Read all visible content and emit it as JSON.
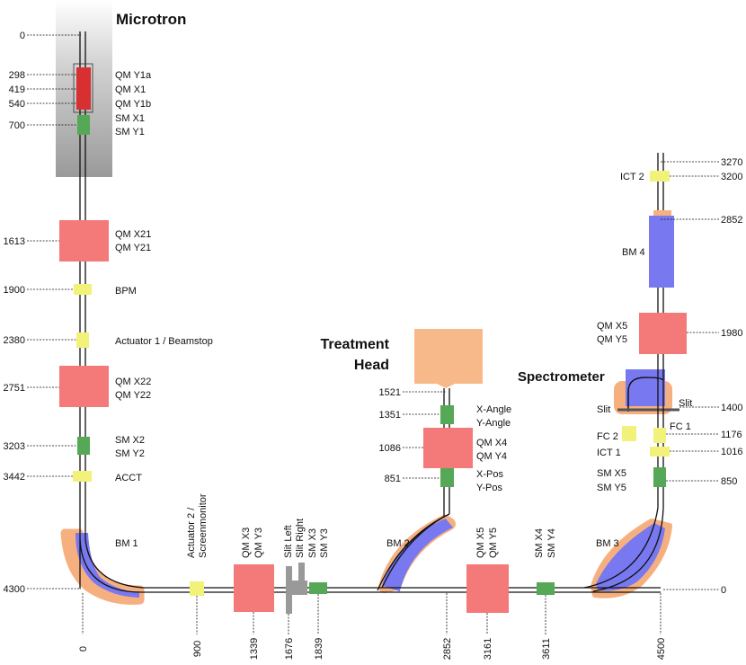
{
  "titles": {
    "microtron": "Microtron",
    "treatment_head": [
      "Treatment",
      "Head"
    ],
    "spectrometer": "Spectrometer"
  },
  "colors": {
    "quadrupole": "#f47a7a",
    "steering": "#55a855",
    "monitor": "#f2f27a",
    "dipole": "#7878f0",
    "dipole_halo": "#f6b080",
    "treatment_head": "#f7b98a",
    "slit": "#999999",
    "microtron_top": "#ffffff",
    "microtron_bottom": "#999999"
  },
  "left_section": [
    {
      "pos": "0",
      "labels": []
    },
    {
      "pos": "298",
      "labels": [
        "QM Y1a"
      ]
    },
    {
      "pos": "419",
      "labels": [
        "QM X1"
      ]
    },
    {
      "pos": "540",
      "labels": [
        "QM Y1b"
      ]
    },
    {
      "pos": "700",
      "labels": [
        "SM X1",
        "SM Y1"
      ]
    },
    {
      "pos": "1613",
      "labels": [
        "QM X21",
        "QM Y21"
      ]
    },
    {
      "pos": "1900",
      "labels": [
        "BPM"
      ]
    },
    {
      "pos": "2380",
      "labels": [
        "Actuator 1 / Beamstop"
      ]
    },
    {
      "pos": "2751",
      "labels": [
        "QM X22",
        "QM Y22"
      ]
    },
    {
      "pos": "3203",
      "labels": [
        "SM X2",
        "SM Y2"
      ]
    },
    {
      "pos": "3442",
      "labels": [
        "ACCT"
      ]
    },
    {
      "pos": "4300",
      "labels": []
    }
  ],
  "bottom_section": [
    {
      "pos": "0",
      "labels": []
    },
    {
      "pos": "900",
      "labels": [
        "Actuator 2 /",
        "Screenmonitor"
      ]
    },
    {
      "pos": "1339",
      "labels": [
        "QM X3",
        "QM Y3"
      ]
    },
    {
      "pos": "1676",
      "labels": [
        "Slit Left",
        "Slit Right"
      ]
    },
    {
      "pos": "1839",
      "labels": [
        "SM X3",
        "SM Y3"
      ]
    },
    {
      "pos": "2852",
      "labels": []
    },
    {
      "pos": "3161",
      "labels": [
        "QM X5",
        "QM Y5"
      ]
    },
    {
      "pos": "3611",
      "labels": [
        "SM X4",
        "SM Y4"
      ]
    },
    {
      "pos": "4500",
      "labels": []
    }
  ],
  "treatment_section": [
    {
      "pos": "1521",
      "labels": []
    },
    {
      "pos": "1351",
      "labels": [
        "X-Angle",
        "Y-Angle"
      ]
    },
    {
      "pos": "1086",
      "labels": [
        "QM X4",
        "QM Y4"
      ]
    },
    {
      "pos": "851",
      "labels": [
        "X-Pos",
        "Y-Pos"
      ]
    }
  ],
  "right_section": [
    {
      "pos": "3270",
      "labels": []
    },
    {
      "pos": "3200",
      "labels": [
        "ICT 2"
      ]
    },
    {
      "pos": "2852",
      "labels": [
        "BM 4"
      ]
    },
    {
      "pos": "1980",
      "labels": [
        "QM X5",
        "QM Y5"
      ]
    },
    {
      "pos": "1400",
      "labels": [
        "Slit",
        "Slit"
      ]
    },
    {
      "pos": "1176",
      "labels": [
        "FC 2",
        "FC 1"
      ]
    },
    {
      "pos": "1016",
      "labels": [
        "ICT 1"
      ]
    },
    {
      "pos": "850",
      "labels": [
        "SM X5",
        "SM Y5"
      ]
    },
    {
      "pos": "0",
      "labels": []
    }
  ],
  "bending_magnets": [
    "BM 1",
    "BM 2",
    "BM 3",
    "BM 4"
  ]
}
